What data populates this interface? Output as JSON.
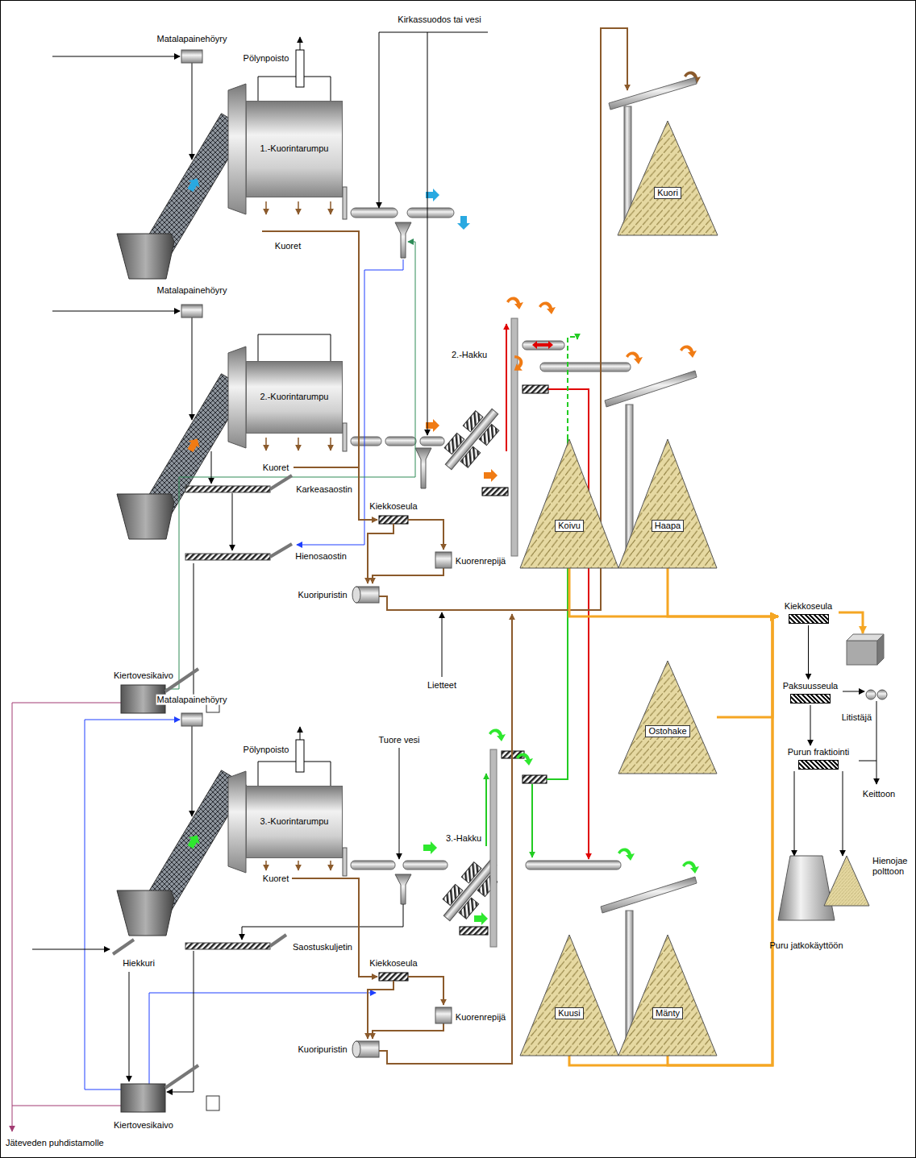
{
  "diagram": {
    "nodes": [
      {
        "text": [
          "Kuori"
        ]
      },
      {
        "text": [
          "1.-Kuorintarumpu"
        ]
      },
      {
        "text": [
          "2.-Kuorintarumpu"
        ]
      },
      {
        "text": [
          "Koivu"
        ]
      },
      {
        "text": [
          "Haapa"
        ]
      },
      {
        "text": [
          "Kiekkoseula"
        ]
      },
      {
        "text": [
          "Paksuusseula"
        ]
      },
      {
        "text": [
          "Purun fraktiointi"
        ]
      },
      {
        "text": [
          "Ostohake"
        ]
      },
      {
        "text": [
          "3.-Kuorintarumpu"
        ]
      },
      {
        "text": [
          "Puru jatkokäyttöön"
        ]
      },
      {
        "text": [
          "Hienojae polttoon"
        ]
      },
      {
        "text": [
          "Kuusi"
        ]
      },
      {
        "text": [
          "Mänty"
        ]
      }
    ],
    "edges": [
      {
        "from": 3,
        "to": 5,
        "arrow": "to"
      },
      {
        "from": 4,
        "to": 5,
        "arrow": "to"
      },
      {
        "from": 8,
        "to": 5,
        "arrow": "to"
      },
      {
        "from": 12,
        "to": 5,
        "arrow": "to"
      },
      {
        "from": 13,
        "to": 5,
        "arrow": "to"
      },
      {
        "from": 5,
        "to": 6,
        "arrow": "to"
      },
      {
        "from": 6,
        "to": 7,
        "arrow": "to"
      },
      {
        "from": 7,
        "to": 10,
        "arrow": "to"
      },
      {
        "from": 7,
        "to": 11,
        "arrow": "to"
      }
    ],
    "labels": [
      "Matalapainehöyry",
      "Pölynpoisto",
      "Kirkassuodos tai vesi",
      "Kuoret",
      "Matalapainehöyry",
      "2.-Hakku",
      "Kuoret",
      "Karkeasaostin",
      "Kiekkoseula",
      "Hienosaostin",
      "Kuorenrepijä",
      "Kuoripuristin",
      "Lietteet",
      "Kiertovesikaivo",
      "Matalapainehöyry",
      "Pölynpoisto",
      "Tuore vesi",
      "3.-Hakku",
      "Kuoret",
      "Hiekkuri",
      "Saostuskuljetin",
      "Kiekkoseula",
      "Kuorenrepijä",
      "Kuoripuristin",
      "Kiertovesikaivo",
      "Jäteveden puhdistamolle",
      "Litistäjä",
      "Keittoon"
    ]
  }
}
